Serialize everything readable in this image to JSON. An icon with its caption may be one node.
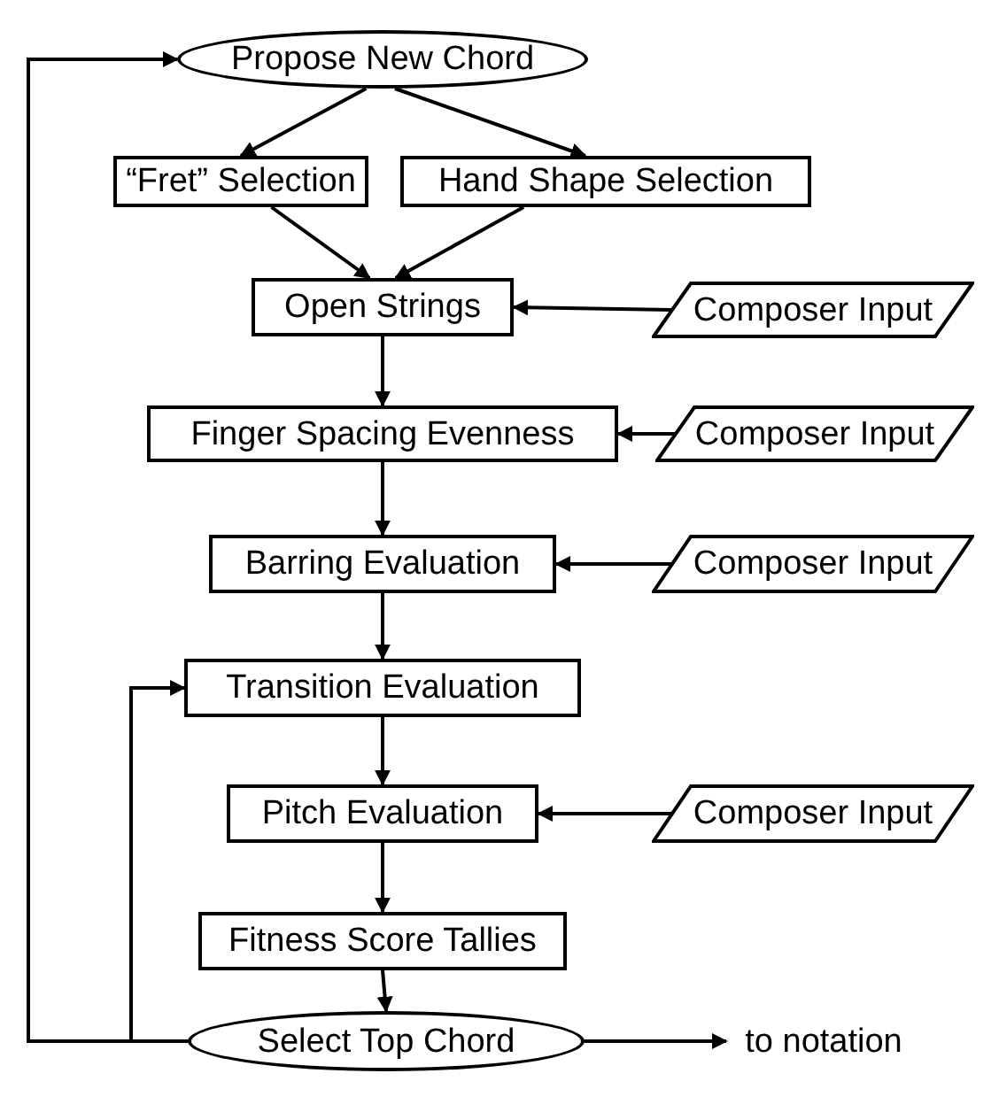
{
  "diagram": {
    "nodes": [
      {
        "text": [
          "Propose New Chord"
        ]
      },
      {
        "text": [
          "“Fret” Selection"
        ]
      },
      {
        "text": [
          "Hand Shape Selection"
        ]
      },
      {
        "text": [
          "Open Strings"
        ]
      },
      {
        "text": [
          "Composer Input"
        ]
      },
      {
        "text": [
          "Finger Spacing Evenness"
        ]
      },
      {
        "text": [
          "Composer Input"
        ]
      },
      {
        "text": [
          "Barring Evaluation"
        ]
      },
      {
        "text": [
          "Composer Input"
        ]
      },
      {
        "text": [
          "Transition Evaluation"
        ]
      },
      {
        "text": [
          "Pitch Evaluation"
        ]
      },
      {
        "text": [
          "Composer Input"
        ]
      },
      {
        "text": [
          "Fitness Score Tallies"
        ]
      },
      {
        "text": [
          "Select Top Chord"
        ]
      },
      {
        "text": [
          "to notation"
        ]
      }
    ],
    "edges": [
      {
        "from": 0,
        "to": 1,
        "arrow": "to"
      },
      {
        "from": 0,
        "to": 2,
        "arrow": "to"
      },
      {
        "from": 1,
        "to": 3,
        "arrow": "to"
      },
      {
        "from": 2,
        "to": 3,
        "arrow": "to"
      },
      {
        "from": 4,
        "to": 3,
        "arrow": "to"
      },
      {
        "from": 3,
        "to": 5,
        "arrow": "to"
      },
      {
        "from": 6,
        "to": 5,
        "arrow": "to"
      },
      {
        "from": 5,
        "to": 7,
        "arrow": "to"
      },
      {
        "from": 8,
        "to": 7,
        "arrow": "to"
      },
      {
        "from": 7,
        "to": 9,
        "arrow": "to"
      },
      {
        "from": 9,
        "to": 10,
        "arrow": "to"
      },
      {
        "from": 11,
        "to": 10,
        "arrow": "to"
      },
      {
        "from": 10,
        "to": 12,
        "arrow": "to"
      },
      {
        "from": 12,
        "to": 13,
        "arrow": "to"
      },
      {
        "from": 13,
        "to": 14,
        "arrow": "to"
      },
      {
        "from": 13,
        "to": 0,
        "arrow": "to"
      },
      {
        "from": 13,
        "to": 9,
        "arrow": "to"
      }
    ]
  }
}
